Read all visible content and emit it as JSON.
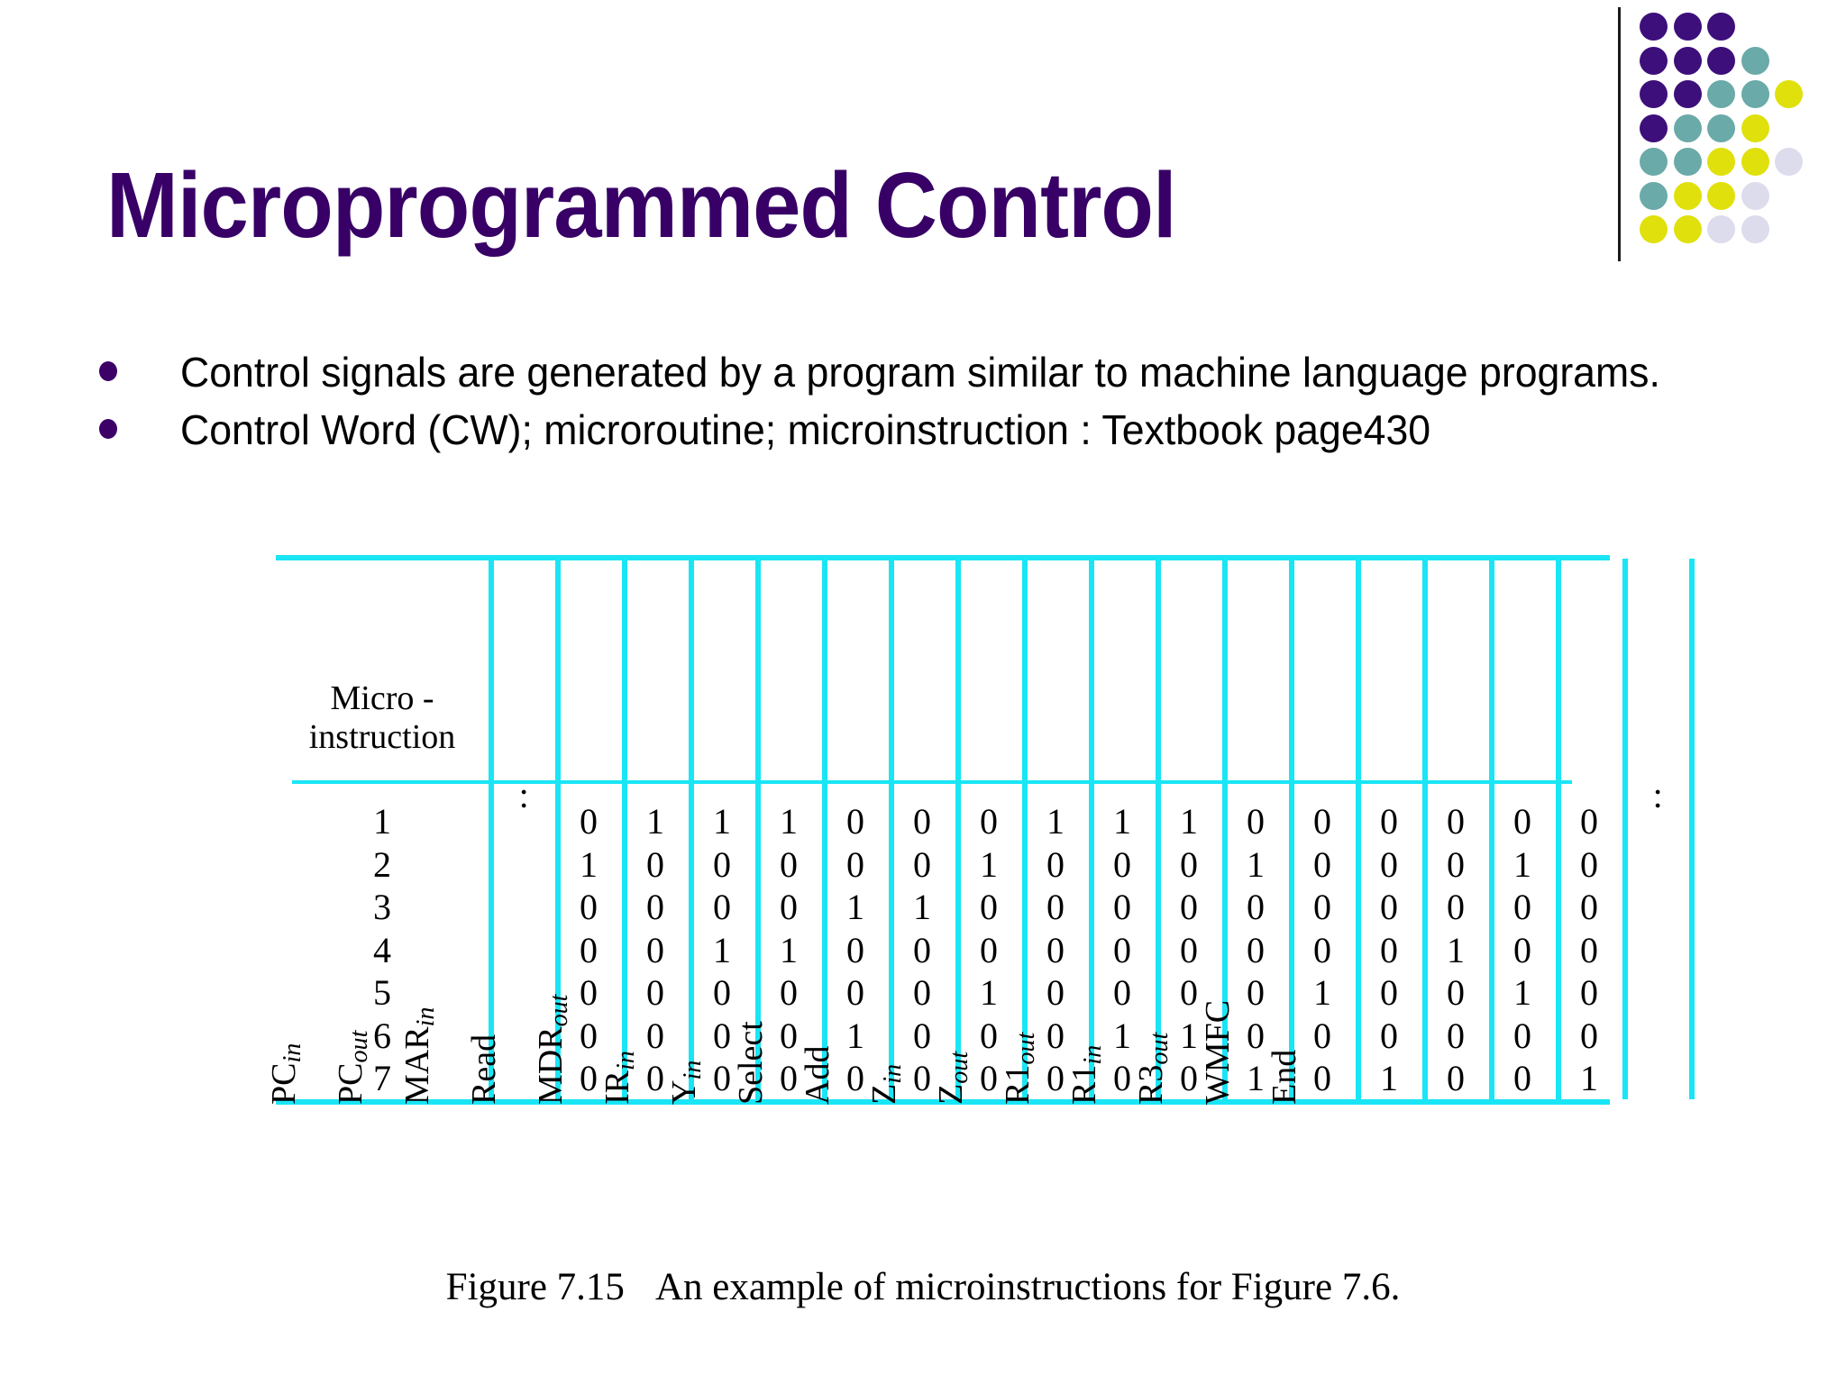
{
  "slide": {
    "title": "Microprogrammed Control",
    "bullets": [
      "Control signals are generated by a program similar to machine language programs.",
      "Control Word (CW); microroutine; microinstruction  : Textbook page430"
    ]
  },
  "logo": {
    "colors": {
      "purple": "#3d0f7a",
      "teal": "#6aaaa8",
      "yellow": "#e0e00c",
      "lavender": "#dcdced"
    },
    "grid": [
      [
        "purple",
        "purple",
        "purple",
        null,
        null
      ],
      [
        "purple",
        "purple",
        "purple",
        "teal",
        null
      ],
      [
        "purple",
        "purple",
        "teal",
        "teal",
        "yellow"
      ],
      [
        "purple",
        "teal",
        "teal",
        "yellow",
        null
      ],
      [
        "teal",
        "teal",
        "yellow",
        "yellow",
        "lavender"
      ],
      [
        "teal",
        "yellow",
        "yellow",
        "lavender",
        null
      ],
      [
        "yellow",
        "yellow",
        "lavender",
        "lavender",
        null
      ]
    ]
  },
  "figure": {
    "caption_label": "Figure 7.15",
    "caption_text": "An example of microinstructions for Figure 7.6.",
    "grid_color": "#1ae5f5",
    "row_header": "Micro -\ninstruction",
    "row_header_line1": "Micro -",
    "row_header_line2": "instruction",
    "leading_ellipsis": "..",
    "trailing_ellipsis": ".."
  },
  "chart_data": {
    "type": "table",
    "title": "An example of microinstructions for Figure 7.6.",
    "row_header_label": "Micro - instruction",
    "columns": [
      {
        "base": "..",
        "sub": ""
      },
      {
        "base": "PC",
        "sub": "in"
      },
      {
        "base": "PC",
        "sub": "out"
      },
      {
        "base": "MAR",
        "sub": "in"
      },
      {
        "base": "Read",
        "sub": ""
      },
      {
        "base": "MDR",
        "sub": "out"
      },
      {
        "base": "IR",
        "sub": "in"
      },
      {
        "base": "Y",
        "sub": "in"
      },
      {
        "base": "Select",
        "sub": ""
      },
      {
        "base": "Add",
        "sub": ""
      },
      {
        "base": "Z",
        "sub": "in"
      },
      {
        "base": "Z",
        "sub": "out"
      },
      {
        "base": "R1",
        "sub": "out"
      },
      {
        "base": "R1",
        "sub": "in"
      },
      {
        "base": "R3",
        "sub": "out"
      },
      {
        "base": "WMFC",
        "sub": ""
      },
      {
        "base": "End",
        "sub": ""
      },
      {
        "base": "..",
        "sub": ""
      }
    ],
    "rows": [
      {
        "label": "1",
        "values": [
          "",
          "0",
          "1",
          "1",
          "1",
          "0",
          "0",
          "0",
          "1",
          "1",
          "1",
          "0",
          "0",
          "0",
          "0",
          "0",
          "0",
          ""
        ]
      },
      {
        "label": "2",
        "values": [
          "",
          "1",
          "0",
          "0",
          "0",
          "0",
          "0",
          "1",
          "0",
          "0",
          "0",
          "1",
          "0",
          "0",
          "0",
          "1",
          "0",
          ""
        ]
      },
      {
        "label": "3",
        "values": [
          "",
          "0",
          "0",
          "0",
          "0",
          "1",
          "1",
          "0",
          "0",
          "0",
          "0",
          "0",
          "0",
          "0",
          "0",
          "0",
          "0",
          ""
        ]
      },
      {
        "label": "4",
        "values": [
          "",
          "0",
          "0",
          "1",
          "1",
          "0",
          "0",
          "0",
          "0",
          "0",
          "0",
          "0",
          "0",
          "0",
          "1",
          "0",
          "0",
          ""
        ]
      },
      {
        "label": "5",
        "values": [
          "",
          "0",
          "0",
          "0",
          "0",
          "0",
          "0",
          "1",
          "0",
          "0",
          "0",
          "0",
          "1",
          "0",
          "0",
          "1",
          "0",
          ""
        ]
      },
      {
        "label": "6",
        "values": [
          "",
          "0",
          "0",
          "0",
          "0",
          "1",
          "0",
          "0",
          "0",
          "1",
          "1",
          "0",
          "0",
          "0",
          "0",
          "0",
          "0",
          ""
        ]
      },
      {
        "label": "7",
        "values": [
          "",
          "0",
          "0",
          "0",
          "0",
          "0",
          "0",
          "0",
          "0",
          "0",
          "0",
          "1",
          "0",
          "1",
          "0",
          "0",
          "1",
          ""
        ]
      }
    ]
  }
}
